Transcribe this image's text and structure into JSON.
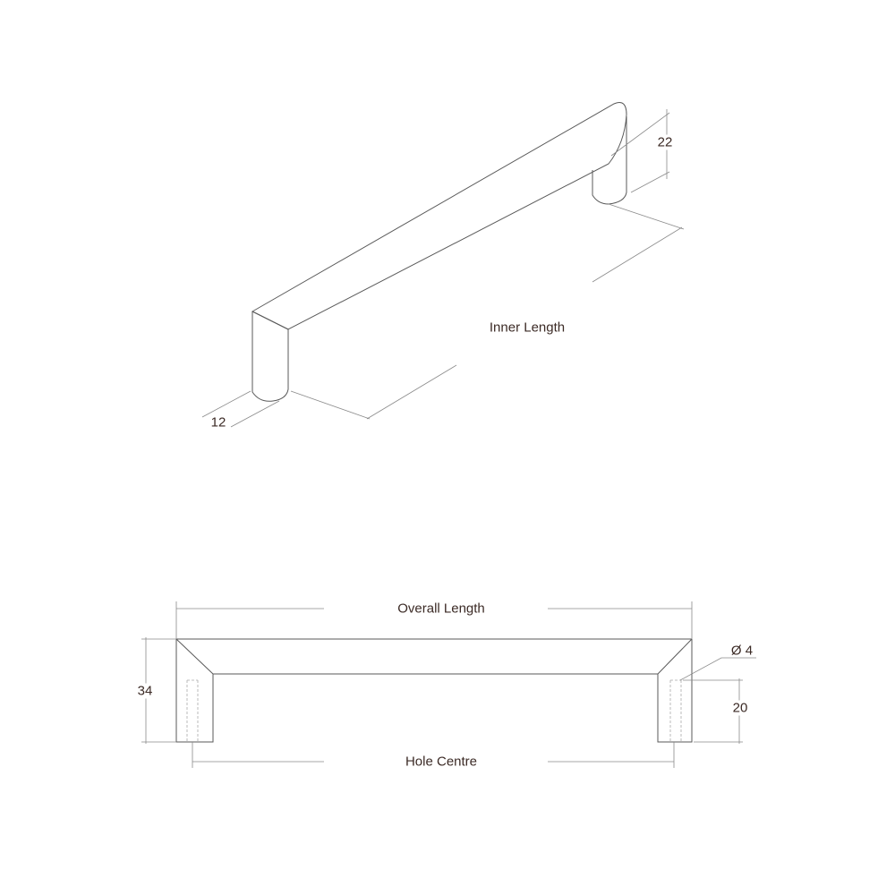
{
  "isometric_view": {
    "labels": {
      "height": "22",
      "inner_length": "Inner Length",
      "diameter": "12"
    }
  },
  "front_view": {
    "labels": {
      "overall_length": "Overall Length",
      "total_height": "34",
      "hole_diameter": "Ø 4",
      "hole_depth": "20",
      "hole_centre": "Hole Centre"
    }
  }
}
